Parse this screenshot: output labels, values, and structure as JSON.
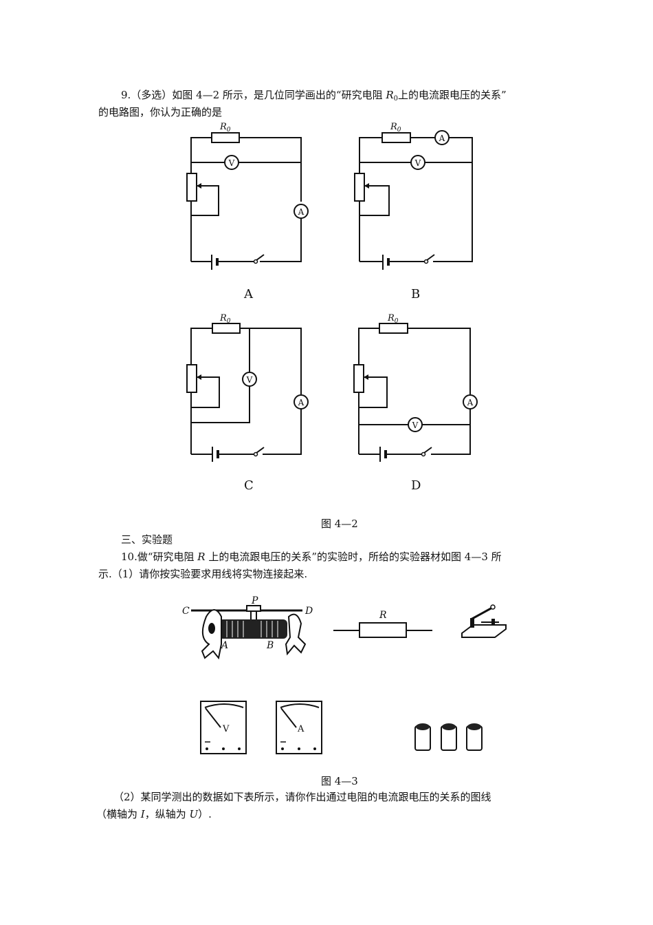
{
  "q9": {
    "line1_pre": "9.（多选）如图 4—2 所示，是几位同学画出的“研究电阻 ",
    "var": "R",
    "sub": "0",
    "line1_post": "上的电流跟电压的关系”",
    "line2": "的电路图，你认为正确的是"
  },
  "fig42": {
    "resistor_label": "R",
    "resistor_sub": "0",
    "voltmeter": "V",
    "ammeter": "A",
    "options": [
      "A",
      "B",
      "C",
      "D"
    ],
    "caption": "图 4—2"
  },
  "section": {
    "title": "三、实验题"
  },
  "q10": {
    "line1_pre": "10.做“研究电阻 ",
    "var": "R",
    "line1_post": " 上的电流跟电压的关系”的实验时，所给的实验器材如图 4—3 所",
    "line2": "示.（1）请你按实验要求用线将实物连接起来.",
    "part2_line1": "（2）某同学测出的数据如下表所示，请你作出通过电阻的电流跟电压的关系的图线",
    "part2_line2_pre": "（横轴为 ",
    "part2_I": "I",
    "part2_mid": "，纵轴为 ",
    "part2_U": "U",
    "part2_end": "）."
  },
  "fig43": {
    "rheostat_labels": {
      "C": "C",
      "D": "D",
      "P": "P",
      "A": "A",
      "B": "B"
    },
    "resistor_label": "R",
    "voltmeter_letter": "V",
    "ammeter_letter": "A",
    "meter_minus": "—",
    "caption": "图 4—3"
  }
}
